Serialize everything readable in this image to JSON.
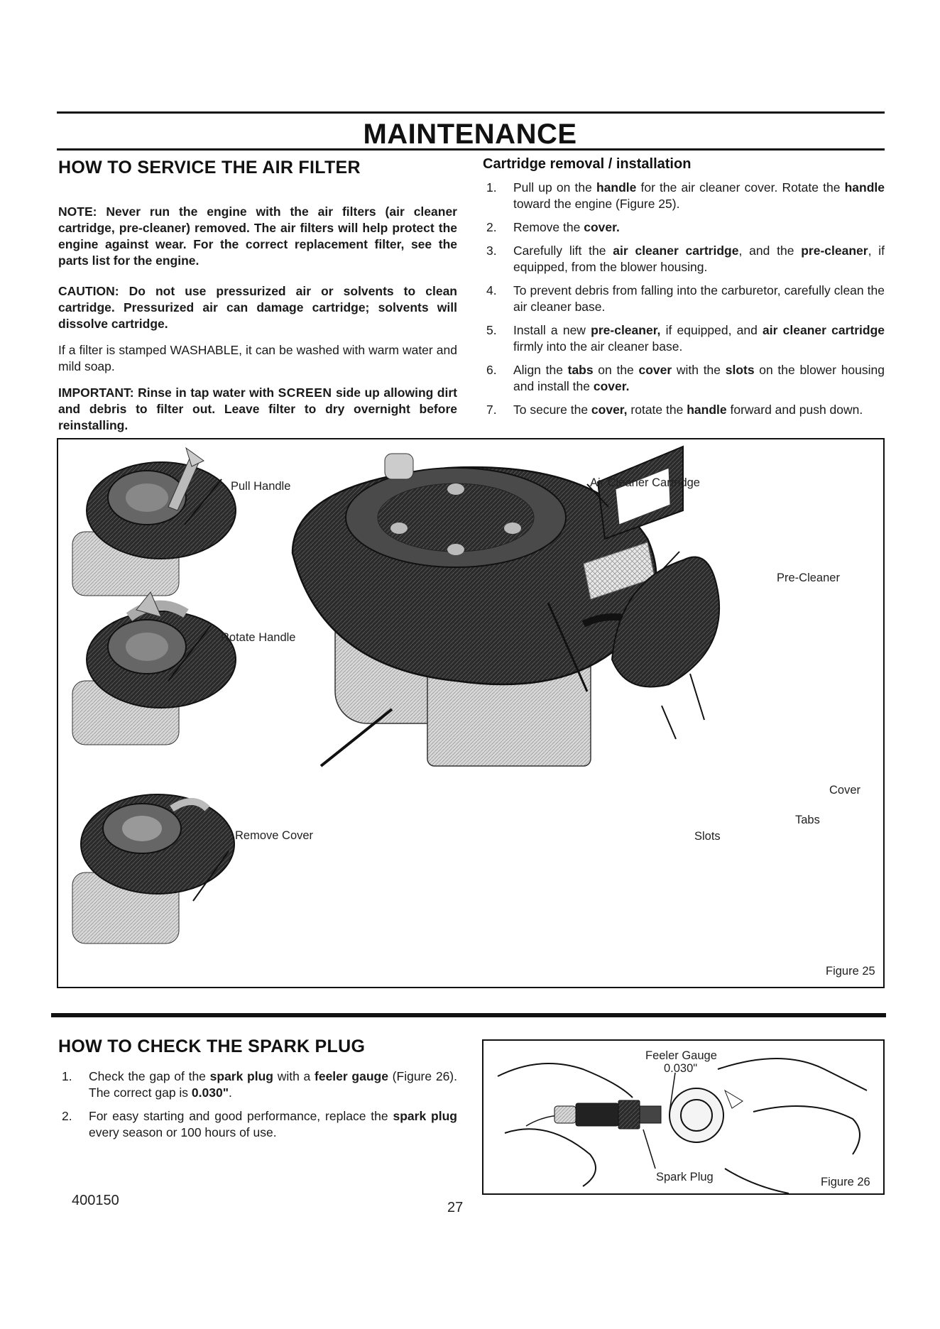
{
  "header": {
    "title": "MAINTENANCE"
  },
  "air_filter": {
    "heading": "HOW TO SERVICE THE AIR FILTER",
    "note": "NOTE: Never run the engine with the air filters (air cleaner cartridge, pre-cleaner) removed. The air filters will help protect the engine against wear. For the correct replacement filter, see the parts list for the engine.",
    "caution": "CAUTION: Do not use pressurized air or solvents to clean cartridge. Pressurized air can damage cartridge; solvents will dissolve cartridge.",
    "washable": "If a filter is stamped WASHABLE, it can be washed with warm water and mild soap.",
    "important_prefix": "IMPORTANT: Rinse in tap water with ",
    "important_screen": "SCREEN",
    "important_suffix": " side up allowing dirt and debris to filter out. Leave filter to dry overnight before reinstalling."
  },
  "cartridge": {
    "heading": "Cartridge removal / installation",
    "steps": [
      {
        "n": "1.",
        "parts": [
          "Pull up on the ",
          "handle",
          " for the air cleaner cover. Rotate the ",
          "handle",
          " toward the engine (Figure 25)."
        ]
      },
      {
        "n": "2.",
        "parts": [
          "Remove the ",
          "cover.",
          ""
        ]
      },
      {
        "n": "3.",
        "parts": [
          "Carefully lift the ",
          "air cleaner cartridge",
          ", and the ",
          "pre-cleaner",
          ", if equipped, from the blower housing."
        ]
      },
      {
        "n": "4.",
        "parts": [
          "To prevent debris from falling into the carburetor, carefully clean the air cleaner base."
        ]
      },
      {
        "n": "5.",
        "parts": [
          "Install a new ",
          "pre-cleaner,",
          " if equipped, and ",
          "air cleaner cartridge",
          " firmly into the air cleaner base."
        ]
      },
      {
        "n": "6.",
        "parts": [
          "Align the ",
          "tabs",
          " on the ",
          "cover",
          " with the ",
          "slots",
          " on the blower housing and install the ",
          "cover.",
          ""
        ]
      },
      {
        "n": "7.",
        "parts": [
          "To secure the ",
          "cover,",
          " rotate the ",
          "handle",
          " forward and push down."
        ]
      }
    ]
  },
  "figure25": {
    "labels": {
      "pull_handle": "Pull Handle",
      "rotate_handle": "Rotate Handle",
      "remove_cover": "Remove Cover",
      "air_cleaner_cartridge": "Air Cleaner Cartridge",
      "pre_cleaner": "Pre-Cleaner",
      "cover": "Cover",
      "tabs": "Tabs",
      "slots": "Slots"
    },
    "caption": "Figure 25"
  },
  "spark_plug": {
    "heading": "HOW TO CHECK THE SPARK PLUG",
    "steps": [
      {
        "n": "1.",
        "parts": [
          "Check the gap of the ",
          "spark plug",
          " with a ",
          "feeler gauge",
          " (Figure 26). The correct gap is ",
          "0.030\"",
          "."
        ]
      },
      {
        "n": "2.",
        "parts": [
          "For easy starting and good performance, replace the ",
          "spark plug",
          " every season or 100 hours of use."
        ]
      }
    ]
  },
  "figure26": {
    "feeler_gauge": "Feeler Gauge",
    "gap": "0.030\"",
    "spark_plug": "Spark Plug",
    "caption": "Figure 26"
  },
  "footer": {
    "doc_number": "400150",
    "page_number": "27"
  }
}
